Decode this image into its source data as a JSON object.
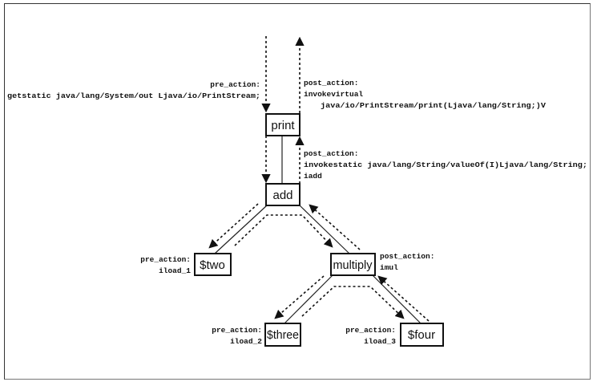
{
  "diagram": {
    "nodes": [
      {
        "id": "print",
        "label": "print"
      },
      {
        "id": "add",
        "label": "add"
      },
      {
        "id": "two",
        "label": "$two"
      },
      {
        "id": "multiply",
        "label": "multiply"
      },
      {
        "id": "three",
        "label": "$three"
      },
      {
        "id": "four",
        "label": "$four"
      }
    ],
    "tree_edges": [
      {
        "from": "print",
        "to": "add"
      },
      {
        "from": "add",
        "to": "two"
      },
      {
        "from": "add",
        "to": "multiply"
      },
      {
        "from": "multiply",
        "to": "three"
      },
      {
        "from": "multiply",
        "to": "four"
      }
    ],
    "annotations": {
      "print_pre": {
        "title": "pre_action:",
        "lines": [
          "getstatic java/lang/System/out Ljava/io/PrintStream;"
        ]
      },
      "print_post": {
        "title": "post_action:",
        "lines": [
          "invokevirtual",
          "java/io/PrintStream/print(Ljava/lang/String;)V"
        ]
      },
      "add_post": {
        "title": "post_action:",
        "lines": [
          "invokestatic java/lang/String/valueOf(I)Ljava/lang/String;",
          "iadd"
        ]
      },
      "two_pre": {
        "title": "pre_action:",
        "lines": [
          "iload_1"
        ]
      },
      "multiply_post": {
        "title": "post_action:",
        "lines": [
          "imul"
        ]
      },
      "three_pre": {
        "title": "pre_action:",
        "lines": [
          "iload_2"
        ]
      },
      "four_pre": {
        "title": "pre_action:",
        "lines": [
          "iload_3"
        ]
      }
    }
  }
}
